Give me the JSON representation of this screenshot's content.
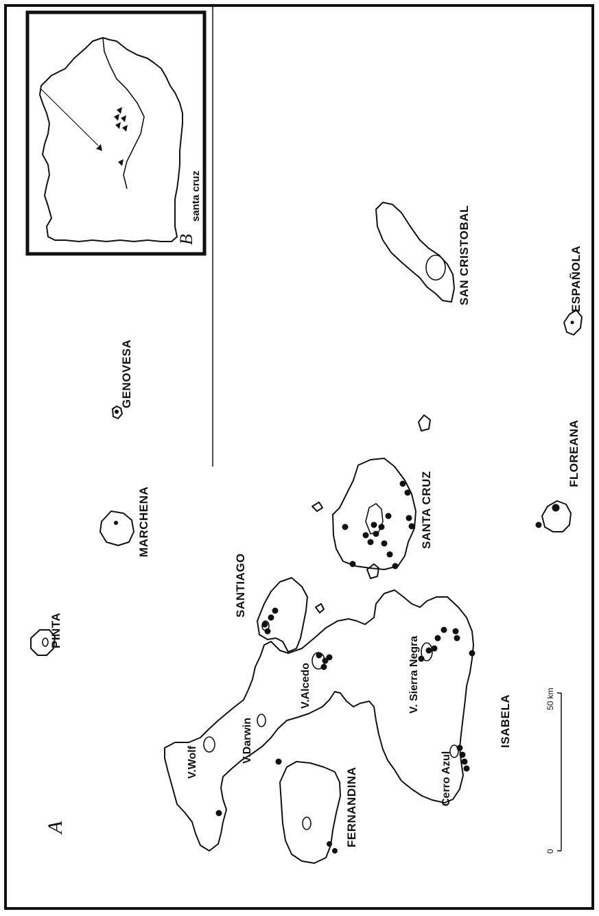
{
  "panel_a": "A",
  "panel_b": "B",
  "inset_label": "santa cruz",
  "scale": {
    "start": "0",
    "end": "50 km"
  },
  "islands": {
    "pinta": "PINTA",
    "marchena": "MARCHENA",
    "genovesa": "GENOVESA",
    "santiago": "SANTIAGO",
    "santa_cruz": "SANTA CRUZ",
    "san_cristobal": "SAN CRISTOBAL",
    "espanola": "ESPAÑOLA",
    "floreana": "FLOREANA",
    "fernandina": "FERNANDINA",
    "isabela": "ISABELA"
  },
  "volcanoes": {
    "wolf": "V.Wolf",
    "darwin": "V.Darwin",
    "alcedo": "V.Alcedo",
    "sierra_negra": "V. Sierra Negra",
    "cerro_azul": "Cerro Azul"
  },
  "colors": {
    "ink": "#111111",
    "paper": "#ffffff"
  }
}
